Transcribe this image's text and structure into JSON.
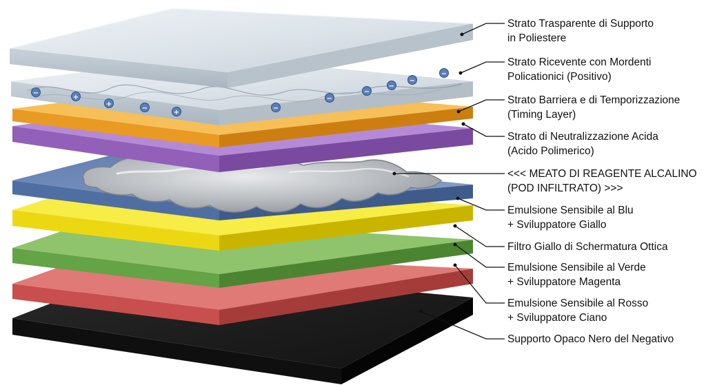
{
  "layers": [
    {
      "id": "clear-support",
      "color": "#cfd8df",
      "label": [
        "Strato Trasparente di Supporto",
        "in Poliestere"
      ]
    },
    {
      "id": "image-receiving",
      "color": "#c9d3db",
      "label": [
        "Strato Ricevente con Mordenti",
        "Policationici (Positivo)"
      ],
      "charges": [
        "−",
        "+",
        "+",
        "−",
        "+",
        "−",
        "−",
        "−",
        "−",
        "−",
        "−"
      ]
    },
    {
      "id": "timing",
      "color": "#f2ab38",
      "label": [
        "Strato Barriera e di Temporizzazione",
        "(Timing Layer)"
      ]
    },
    {
      "id": "acid-neutralizing",
      "color": "#a373c6",
      "label": [
        "Strato di Neutralizzazione Acida",
        "(Acido Polimerico)"
      ]
    },
    {
      "id": "reagent-pod",
      "color": "#b9bcc0",
      "label": [
        "<<< MEATO DI REAGENTE ALCALINO",
        "(POD INFILTRATO) >>>"
      ]
    },
    {
      "id": "blue-emulsion",
      "color": "#6e8ab8",
      "label": [
        "Emulsione Sensibile al Blu",
        "+ Sviluppatore Giallo"
      ]
    },
    {
      "id": "yellow-filter",
      "color": "#f2e21c",
      "label": [
        "Filtro Giallo di Schermatura Ottica"
      ]
    },
    {
      "id": "green-emulsion",
      "color": "#6fa84e",
      "label": [
        "Emulsione Sensibile al Verde",
        "+ Sviluppatore Magenta"
      ]
    },
    {
      "id": "red-emulsion",
      "color": "#cf5a57",
      "label": [
        "Emulsione Sensibile al Rosso",
        "+ Sviluppatore Ciano"
      ]
    },
    {
      "id": "black-base",
      "color": "#1c1c1c",
      "label": [
        "Supporto Opaco Nero del Negativo"
      ]
    }
  ]
}
